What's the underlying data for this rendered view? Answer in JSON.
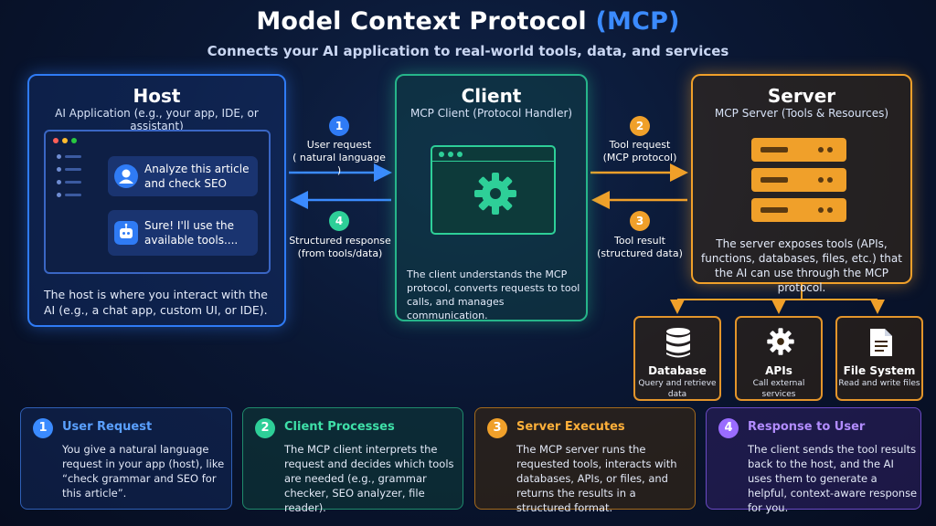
{
  "header": {
    "title_main": "Model Context Protocol",
    "title_accent": "(MCP)",
    "subtitle": "Connects your AI application to real-world tools, data, and services"
  },
  "host": {
    "title": "Host",
    "subtitle": "AI Application (e.g., your app, IDE, or assistant)",
    "chat_user": "Analyze this article and check SEO",
    "chat_bot": "Sure! I'll use the available tools....",
    "description": "The host is where you interact with the AI (e.g., a chat app, custom UI, or IDE)."
  },
  "client": {
    "title": "Client",
    "subtitle": "MCP Client (Protocol Handler)",
    "description": "The client understands the MCP protocol, converts requests to tool calls, and manages communication."
  },
  "server": {
    "title": "Server",
    "subtitle": "MCP Server (Tools & Resources)",
    "description": "The server exposes tools (APIs, functions, databases, files, etc.) that the AI can use through the MCP protocol."
  },
  "arrows": {
    "a1": {
      "num": "1",
      "title": "User request",
      "sub": "( natural language )"
    },
    "a2": {
      "num": "2",
      "title": "Tool request",
      "sub": "(MCP protocol)"
    },
    "a3": {
      "num": "3",
      "title": "Tool result",
      "sub": "(structured data)"
    },
    "a4": {
      "num": "4",
      "title": "Structured response",
      "sub": "(from tools/data)"
    }
  },
  "resources": [
    {
      "title": "Database",
      "desc": "Query and retrieve data",
      "icon": "database-icon"
    },
    {
      "title": "APIs",
      "desc": "Call external services",
      "icon": "gear-icon"
    },
    {
      "title": "File System",
      "desc": "Read and write files",
      "icon": "file-icon"
    }
  ],
  "steps": [
    {
      "num": "1",
      "title": "User Request",
      "desc": "You give a natural language request in your app (host), like “check grammar and SEO for this article”.",
      "color": "#3b8bff"
    },
    {
      "num": "2",
      "title": "Client Processes",
      "desc": "The MCP client interprets the request and decides which tools are needed (e.g., grammar checker, SEO analyzer, file reader).",
      "color": "#2ecf98"
    },
    {
      "num": "3",
      "title": "Server Executes",
      "desc": "The MCP server runs the requested tools, interacts with databases, APIs, or files, and returns the results in a structured format.",
      "color": "#f0a02a"
    },
    {
      "num": "4",
      "title": "Response to User",
      "desc": "The client sends the tool results back to the host, and the AI uses them to generate a helpful, context-aware response for you.",
      "color": "#9a6cff"
    }
  ]
}
